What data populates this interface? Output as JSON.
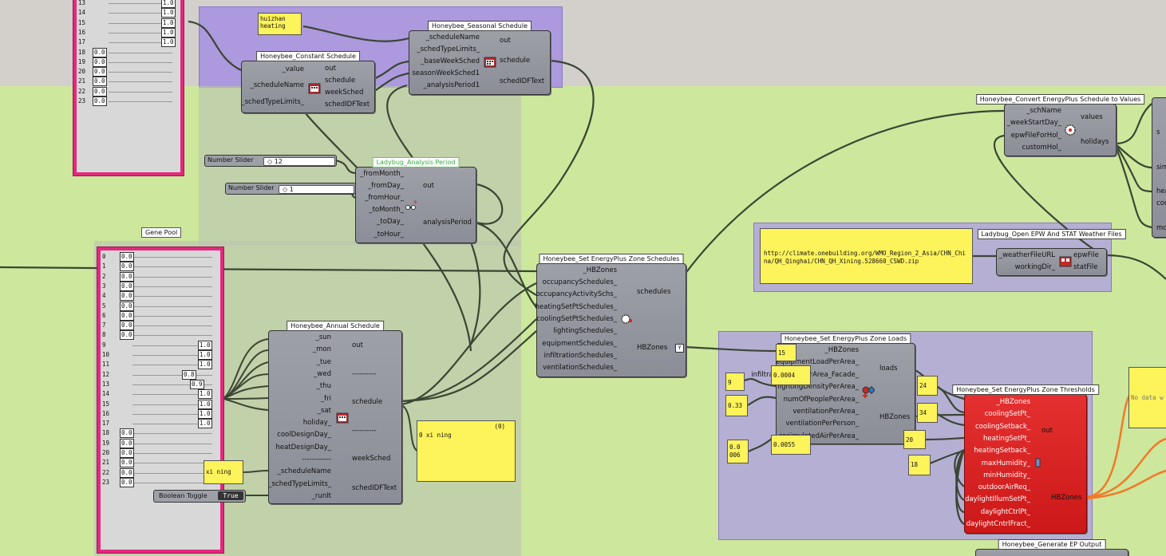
{
  "gene_top": {
    "rows": [
      {
        "idx": "13",
        "val": "1.0",
        "pos": "r"
      },
      {
        "idx": "14",
        "val": "1.0",
        "pos": "r"
      },
      {
        "idx": "15",
        "val": "1.0",
        "pos": "r"
      },
      {
        "idx": "16",
        "val": "1.0",
        "pos": "r"
      },
      {
        "idx": "17",
        "val": "1.0",
        "pos": "r"
      },
      {
        "idx": "18",
        "val": "0.0",
        "pos": "l"
      },
      {
        "idx": "19",
        "val": "0.0",
        "pos": "l"
      },
      {
        "idx": "20",
        "val": "0.0",
        "pos": "l"
      },
      {
        "idx": "21",
        "val": "0.0",
        "pos": "l"
      },
      {
        "idx": "22",
        "val": "0.0",
        "pos": "l"
      },
      {
        "idx": "23",
        "val": "0.0",
        "pos": "l"
      }
    ]
  },
  "gene_pool": {
    "title": "Gene Pool",
    "rows": [
      {
        "idx": "0",
        "val": "0.0",
        "pos": "l"
      },
      {
        "idx": "1",
        "val": "0.0",
        "pos": "l"
      },
      {
        "idx": "2",
        "val": "0.0",
        "pos": "l"
      },
      {
        "idx": "3",
        "val": "0.0",
        "pos": "l"
      },
      {
        "idx": "4",
        "val": "0.0",
        "pos": "l"
      },
      {
        "idx": "5",
        "val": "0.0",
        "pos": "l"
      },
      {
        "idx": "6",
        "val": "0.0",
        "pos": "l"
      },
      {
        "idx": "7",
        "val": "0.0",
        "pos": "l"
      },
      {
        "idx": "8",
        "val": "0.0",
        "pos": "l"
      },
      {
        "idx": "9",
        "val": "1.0",
        "pos": "r"
      },
      {
        "idx": "10",
        "val": "1.0",
        "pos": "r"
      },
      {
        "idx": "11",
        "val": "1.0",
        "pos": "r"
      },
      {
        "idx": "12",
        "val": "0.8",
        "pos": "m1"
      },
      {
        "idx": "13",
        "val": "0.9",
        "pos": "m2"
      },
      {
        "idx": "14",
        "val": "1.0",
        "pos": "r"
      },
      {
        "idx": "15",
        "val": "1.0",
        "pos": "r"
      },
      {
        "idx": "16",
        "val": "1.0",
        "pos": "r"
      },
      {
        "idx": "17",
        "val": "1.0",
        "pos": "r"
      },
      {
        "idx": "18",
        "val": "0.0",
        "pos": "l"
      },
      {
        "idx": "19",
        "val": "0.0",
        "pos": "l"
      },
      {
        "idx": "20",
        "val": "0.0",
        "pos": "l"
      },
      {
        "idx": "21",
        "val": "0.0",
        "pos": "l"
      },
      {
        "idx": "22",
        "val": "0.0",
        "pos": "l"
      },
      {
        "idx": "23",
        "val": "0.0",
        "pos": "l"
      }
    ]
  },
  "panel_huizhan": {
    "line1": "huizhan",
    "line2": "heating"
  },
  "seasonal": {
    "title": "Honeybee_Seasonal Schedule",
    "inputs": [
      "_scheduleName",
      "_schedTypeLimits_",
      "_baseWeekSched",
      "seasonWeekSched1",
      "_analysisPeriod1"
    ],
    "outputs": [
      "out",
      "schedule",
      "schedIDFText"
    ]
  },
  "constant": {
    "title": "Honeybee_Constant Schedule",
    "inputs": [
      "_value",
      "_scheduleName",
      "_schedTypeLimits_"
    ],
    "outputs": [
      "out",
      "schedule",
      "weekSched",
      "schedIDFText"
    ]
  },
  "slider1": {
    "label": "Number Slider",
    "value": "12"
  },
  "slider2": {
    "label": "Number Slider",
    "value": "1"
  },
  "analysis": {
    "title": "Ladybug_Analysis Period",
    "inputs": [
      "_fromMonth_",
      "_fromDay_",
      "_fromHour_",
      "_toMonth_",
      "_toDay_",
      "_toHour_"
    ],
    "outputs": [
      "out",
      "analysisPeriod"
    ]
  },
  "zone_schedules": {
    "title": "Honeybee_Set EnergyPlus Zone Schedules",
    "inputs": [
      "_HBZones",
      "occupancySchedules_",
      "occupancyActivitySchs_",
      "heatingSetPtSchedules_",
      "coolingSetPtSchedules_",
      "lightingSchedules_",
      "equipmentSchedules_",
      "infiltrationSchedules_",
      "ventilationSchedules_"
    ],
    "outputs": [
      "schedules",
      "HBZones"
    ]
  },
  "annual": {
    "title": "Honeybee_Annual Schedule",
    "inputs": [
      "_sun",
      "_mon",
      "_tue",
      "_wed",
      "_thu",
      "_fri",
      "_sat",
      "holiday_",
      "coolDesignDay_",
      "heatDesignDay_",
      "------------",
      "_scheduleName",
      "_schedTypeLimits_",
      "_runIt"
    ],
    "outputs": [
      "out",
      "----------",
      "schedule",
      "----------",
      "weekSched",
      "schedIDFText"
    ]
  },
  "panel_xining_small": "xi ning",
  "panel_output": {
    "header": "(0)",
    "line": "0 xi ning"
  },
  "toggle": {
    "label": "Boolean Toggle",
    "value": "True"
  },
  "convert": {
    "title": "Honeybee_Convert EnergyPlus Schedule to Values",
    "inputs": [
      "_schName",
      "_weekStartDay_",
      "epwFileForHol_",
      "customHol_"
    ],
    "outputs": [
      "values",
      "holidays"
    ]
  },
  "partial_right": {
    "labels": [
      "s",
      "sim",
      "hea",
      "coo",
      "mo"
    ]
  },
  "url_panel": "http://climate.onebuilding.org/WMO_Region_2_Asia/CHN_China/QH_Qinghai/CHN_QH_Xining.528660_CSWD.zip",
  "epw": {
    "title": "Ladybug_Open EPW And STAT Weather Files",
    "inputs": [
      "_weatherFileURL",
      "workingDir_"
    ],
    "outputs": [
      "epwFile",
      "statFile"
    ]
  },
  "loads": {
    "title": "Honeybee_Set EnergyPlus Zone Loads",
    "inputs": [
      "_HBZones",
      "equipmentLoadPerArea_",
      "infiltrationRatePerArea_Facade_",
      "lightingDensityPerArea_",
      "numOfPeoplePerArea_",
      "ventilationPerArea_",
      "ventilationPerPerson_",
      "recirculatedAirPerArea_"
    ],
    "outputs": [
      "loads",
      "HBZones"
    ]
  },
  "num_panels": {
    "p15": "15",
    "p0004": "0.0004",
    "p9": "9",
    "p033": "0.33",
    "p0006a": "0.0",
    "p0006b": "006",
    "p00055": "0.0055",
    "p24": "24",
    "p34": "34",
    "p20": "20",
    "p18": "18"
  },
  "thresholds": {
    "title": "Honeybee_Set EnergyPlus Zone Thresholds",
    "inputs": [
      "_HBZones",
      "coolingSetPt_",
      "coolingSetback_",
      "heatingSetPt_",
      "heatingSetback_",
      "maxHumidity_",
      "minHumidity_",
      "outdoorAirReq_",
      "daylightIllumSetPt_",
      "daylightCtrlPt_",
      "daylightCntrlFract_"
    ],
    "outputs": [
      "out",
      "HBZones"
    ]
  },
  "nodata_panel": "No data w",
  "ep_output": {
    "title": "Honeybee_Generate EP Output"
  },
  "colors": {
    "purple_group": "#a48fe0",
    "gray_group": "#b8c7a8",
    "gene_border": "#e4287e",
    "panel_yellow": "#fdf35a",
    "red_component": "#e31c1c",
    "wire": "#3c4a36",
    "orange_wire": "#f07a2a"
  }
}
